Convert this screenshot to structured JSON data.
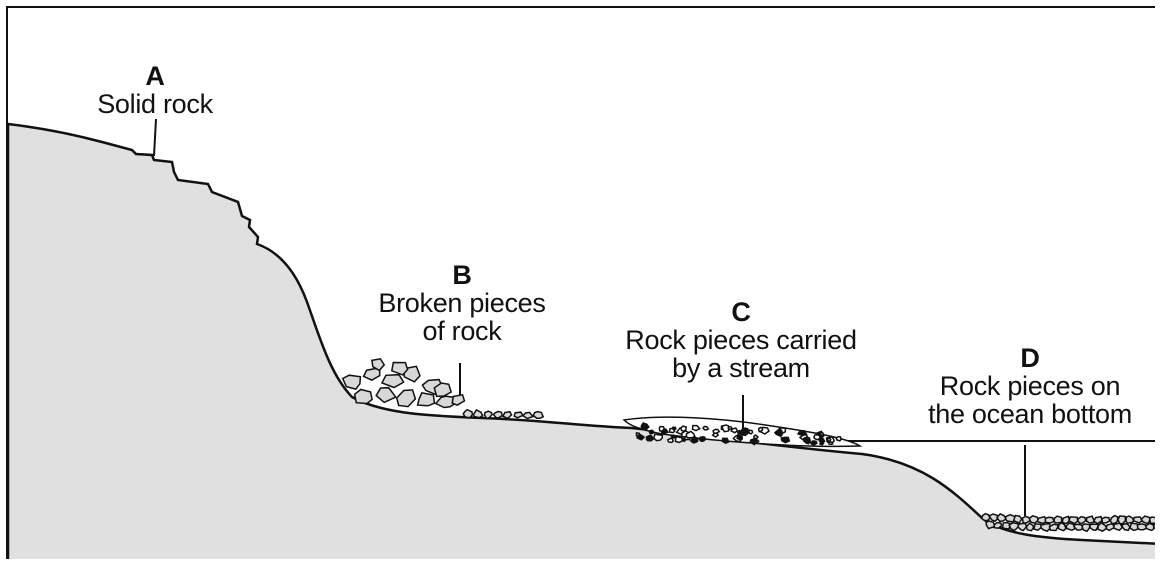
{
  "labels": {
    "a": {
      "letter": "A",
      "lines": [
        "Solid rock"
      ]
    },
    "b": {
      "letter": "B",
      "lines": [
        "Broken pieces",
        "of rock"
      ]
    },
    "c": {
      "letter": "C",
      "lines": [
        "Rock pieces carried",
        "by a stream"
      ]
    },
    "d": {
      "letter": "D",
      "lines": [
        "Rock pieces on",
        "the ocean bottom"
      ]
    }
  },
  "colors": {
    "land": "#e0e0e0",
    "outline": "#111111",
    "rock_fill": "#d8d8d8",
    "background": "#ffffff"
  }
}
